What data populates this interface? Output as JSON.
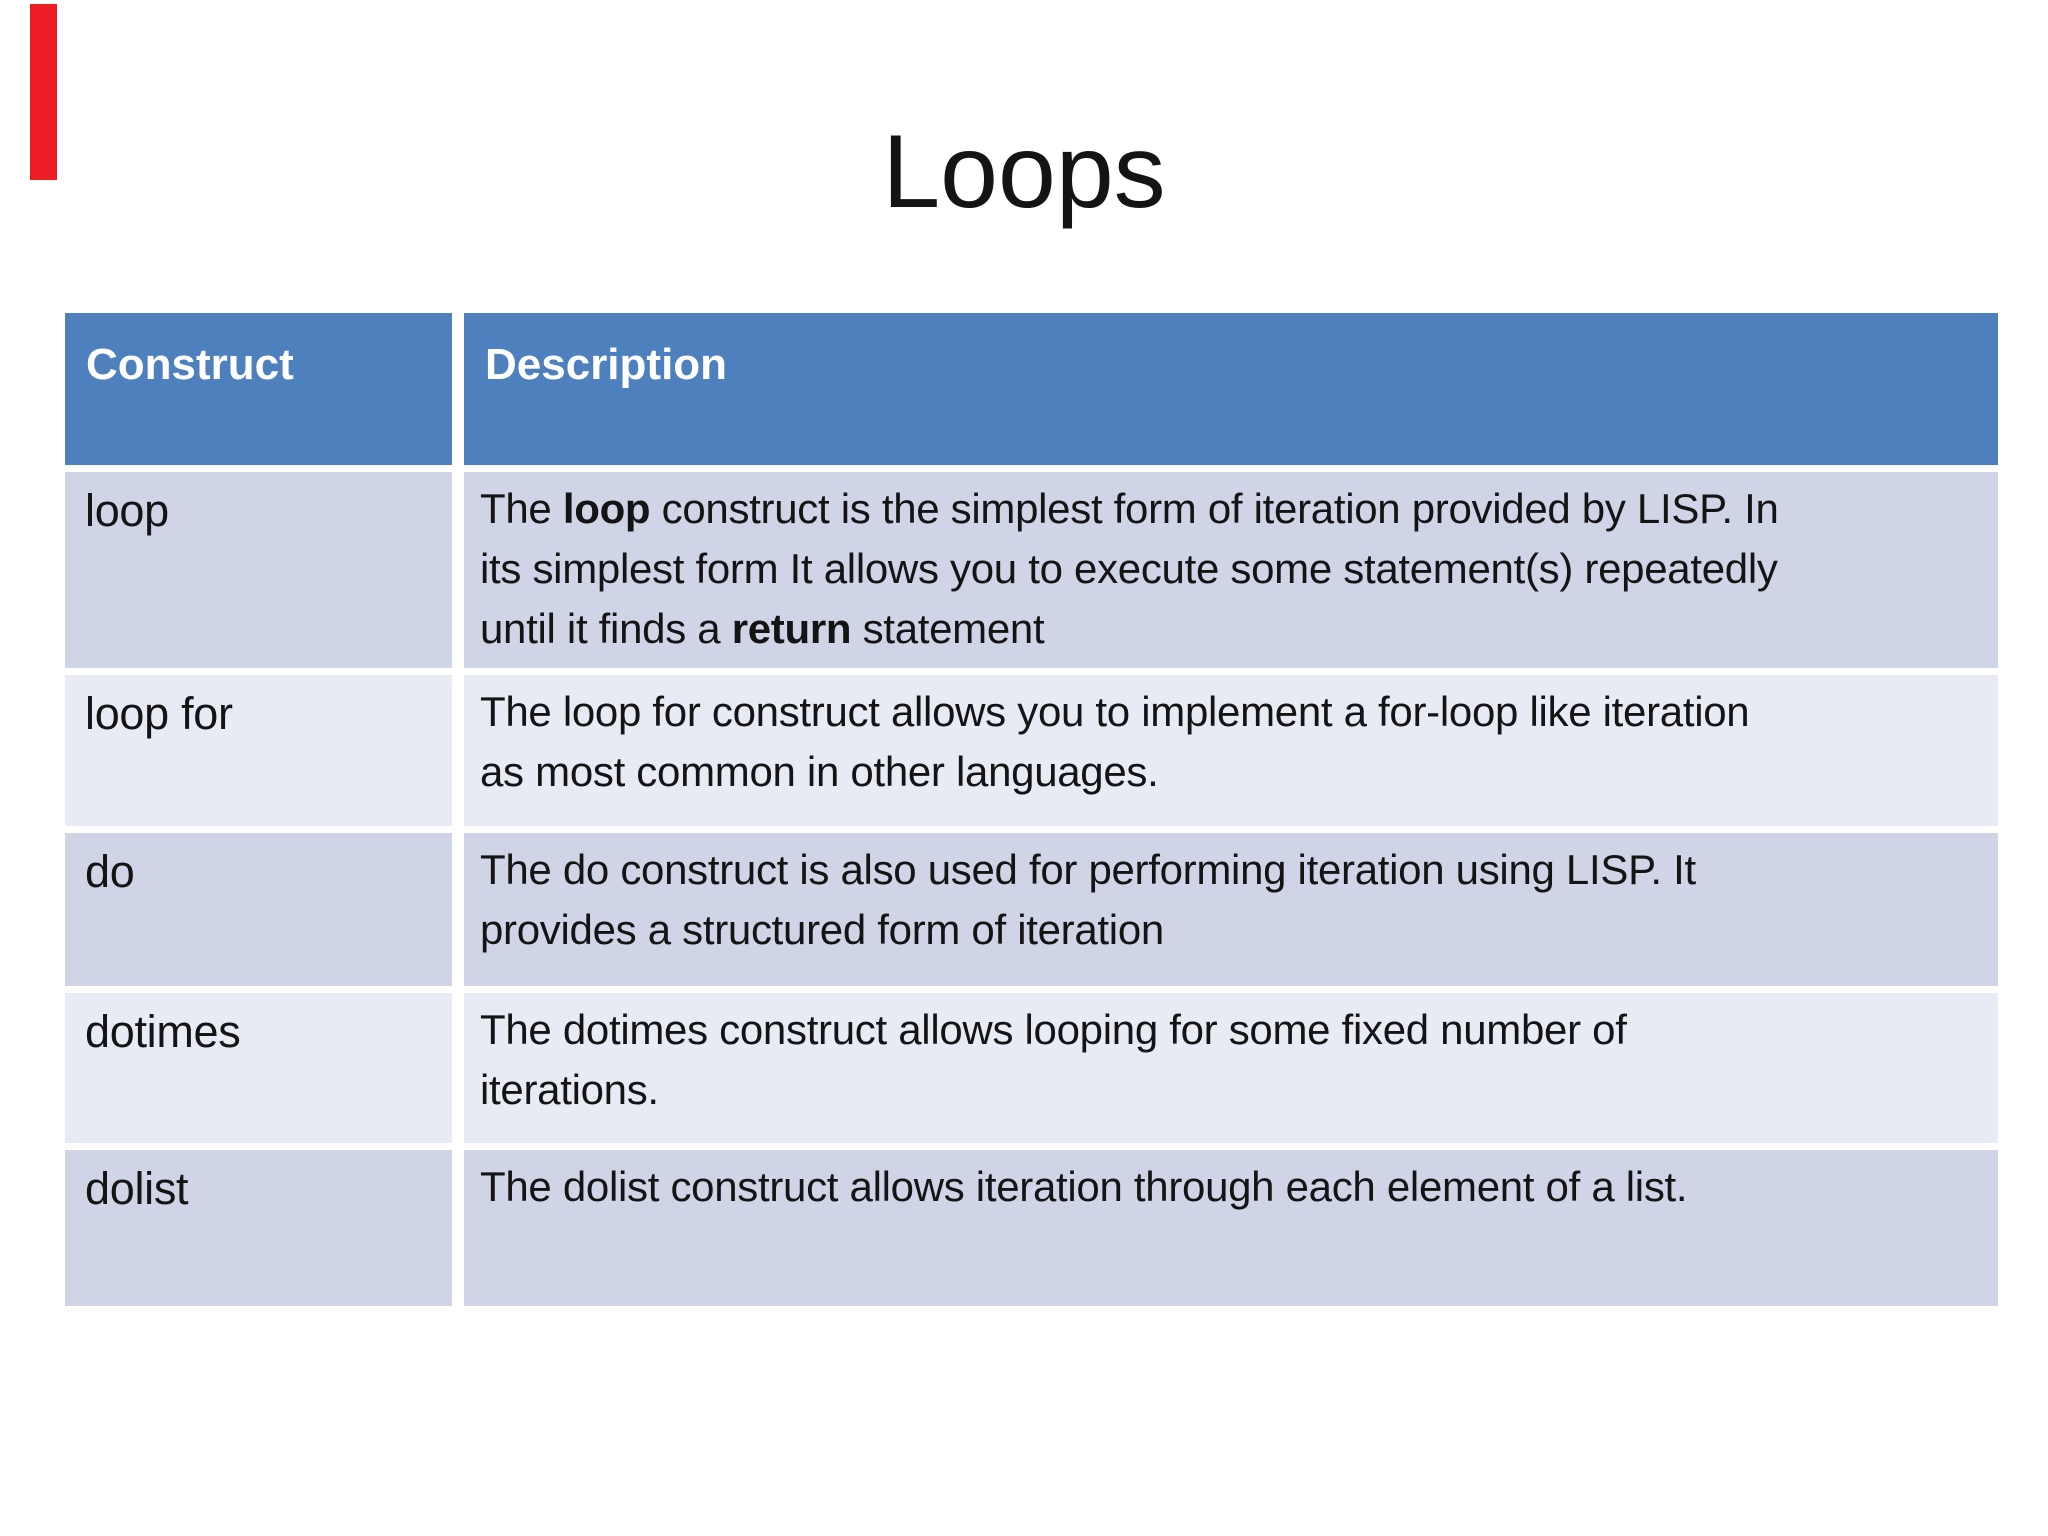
{
  "slide": {
    "title": "Loops",
    "accent_bar_color": "#ed1c24",
    "background_color": "#ffffff",
    "text_color": "#141414"
  },
  "table": {
    "header_bg": "#4d80bd",
    "header_text_color": "#ffffff",
    "row_bg_odd": "#cfd5e7",
    "row_bg_even": "#e8ebf4",
    "headers": [
      "Construct",
      "Description"
    ],
    "rows": [
      {
        "construct": "loop",
        "segments": [
          {
            "text": "The ",
            "bold": false
          },
          {
            "text": "loop",
            "bold": true
          },
          {
            "text": " construct is the simplest form of iteration provided by LISP. In\nits simplest form It allows you to execute some statement(s) repeatedly\nuntil it finds a ",
            "bold": false
          },
          {
            "text": "return",
            "bold": true
          },
          {
            "text": " statement",
            "bold": false
          }
        ]
      },
      {
        "construct": "loop for",
        "segments": [
          {
            "text": "The loop for construct allows you to implement a for-loop like iteration\nas most common in other languages.",
            "bold": false
          }
        ]
      },
      {
        "construct": "do",
        "segments": [
          {
            "text": "The do construct is also used for performing iteration using LISP. It\nprovides a structured form of iteration",
            "bold": false
          }
        ]
      },
      {
        "construct": "dotimes",
        "segments": [
          {
            "text": "The dotimes construct allows looping for some fixed number of\niterations.",
            "bold": false
          }
        ]
      },
      {
        "construct": "dolist",
        "segments": [
          {
            "text": "The dolist construct allows iteration through each element of a list.",
            "bold": false
          }
        ]
      }
    ]
  }
}
